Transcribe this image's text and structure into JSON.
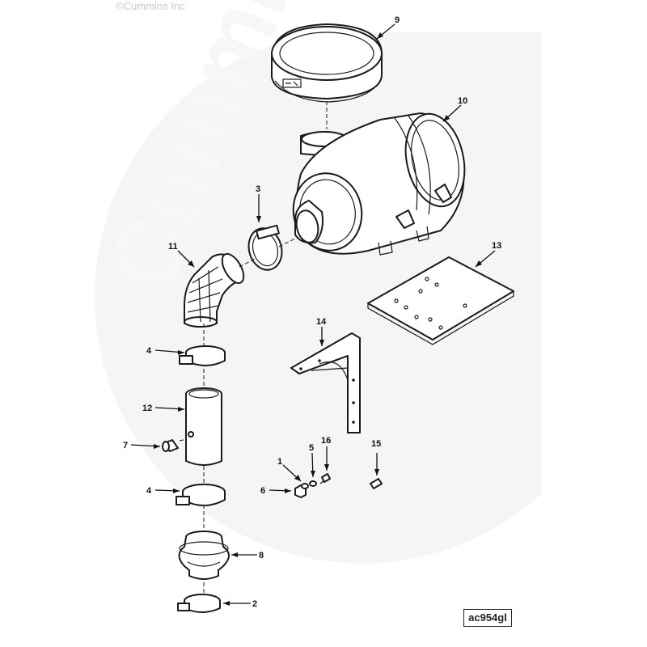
{
  "copyright": "©Cummins Inc",
  "watermark": "Cummins",
  "reference_code": "ac954gl",
  "callouts": [
    {
      "id": "9",
      "label": "9"
    },
    {
      "id": "10",
      "label": "10"
    },
    {
      "id": "3",
      "label": "3"
    },
    {
      "id": "11",
      "label": "11"
    },
    {
      "id": "13",
      "label": "13"
    },
    {
      "id": "14",
      "label": "14"
    },
    {
      "id": "4a",
      "label": "4"
    },
    {
      "id": "12",
      "label": "12"
    },
    {
      "id": "7",
      "label": "7"
    },
    {
      "id": "1",
      "label": "1"
    },
    {
      "id": "5",
      "label": "5"
    },
    {
      "id": "16",
      "label": "16"
    },
    {
      "id": "15",
      "label": "15"
    },
    {
      "id": "6",
      "label": "6"
    },
    {
      "id": "4b",
      "label": "4"
    },
    {
      "id": "8",
      "label": "8"
    },
    {
      "id": "2",
      "label": "2"
    }
  ],
  "colors": {
    "line": "#1a1a1a",
    "watermark": "#ececec",
    "background": "#ffffff"
  }
}
